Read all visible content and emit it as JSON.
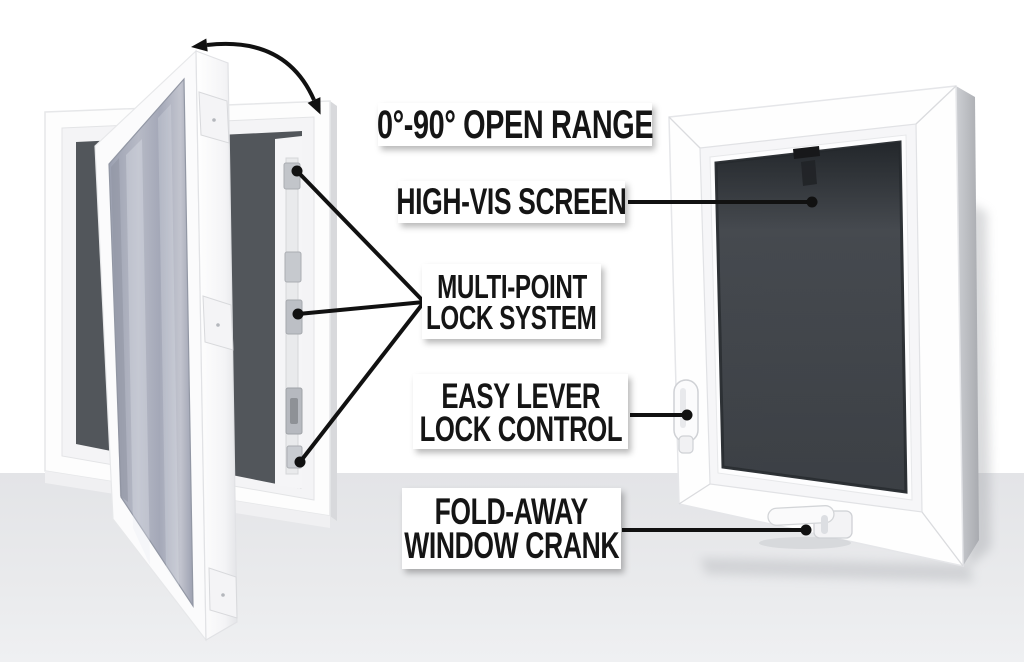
{
  "diagram": {
    "type": "annotated-product-feature-diagram",
    "subject": "white vinyl casement window shown open (left) and closed with insect screen (right)"
  },
  "labels": {
    "open_range": {
      "text": "0°-90° OPEN RANGE"
    },
    "high_vis": {
      "text": "HIGH-VIS SCREEN"
    },
    "multi_point": {
      "line1": "MULTI-POINT",
      "line2": "LOCK SYSTEM"
    },
    "easy_lever": {
      "line1": "EASY LEVER",
      "line2": "LOCK CONTROL"
    },
    "fold_away": {
      "line1": "FOLD-AWAY",
      "line2": "WINDOW CRANK"
    }
  },
  "colors": {
    "background": "#ffffff",
    "floor": "#e6e7e9",
    "label_bg": "#ffffff",
    "label_text": "#151515",
    "connector": "#111111",
    "frame_white": "#fdfdfd",
    "screen_dark": "#4b4f54",
    "glass": "#aab0c0"
  }
}
